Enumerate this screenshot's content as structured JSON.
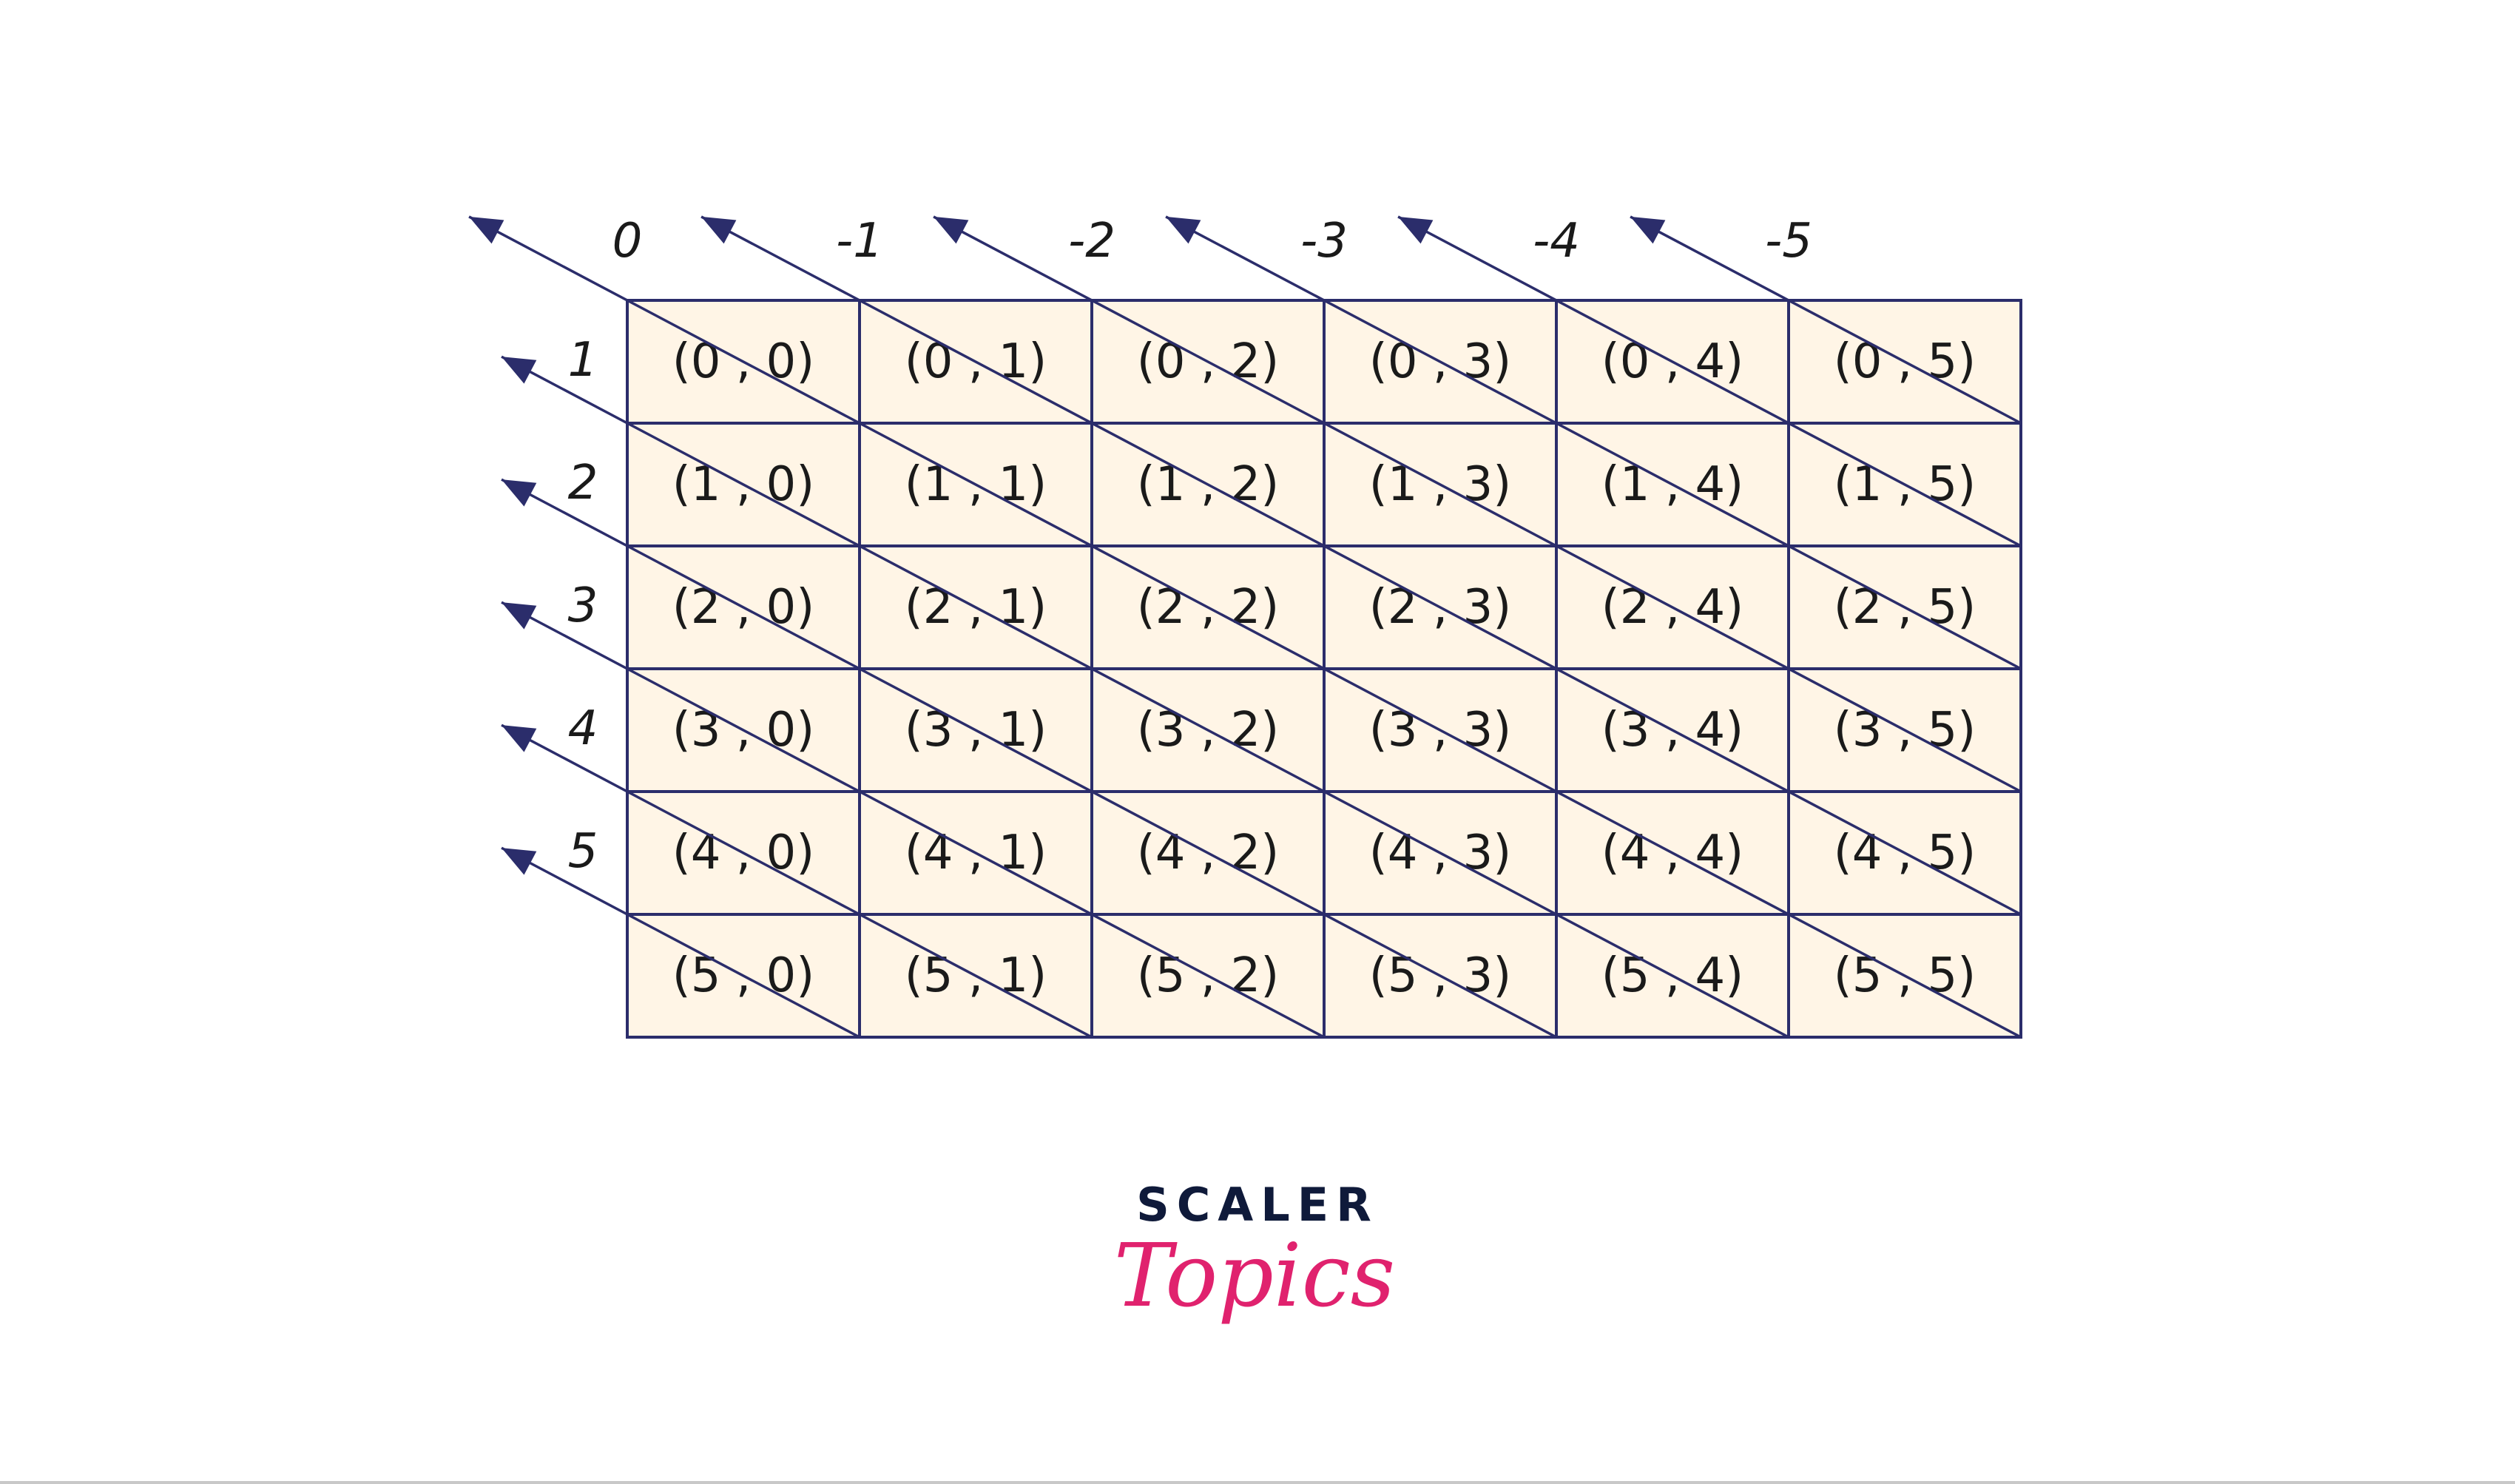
{
  "grid": {
    "rows": 6,
    "cols": 6,
    "cells": [
      [
        "(0 , 0)",
        "(0 , 1)",
        "(0 , 2)",
        "(0 , 3)",
        "(0 , 4)",
        "(0 , 5)"
      ],
      [
        "(1 , 0)",
        "(1 , 1)",
        "(1 , 2)",
        "(1 , 3)",
        "(1 , 4)",
        "(1 , 5)"
      ],
      [
        "(2 , 0)",
        "(2 , 1)",
        "(2 , 2)",
        "(2 , 3)",
        "(2 , 4)",
        "(2 , 5)"
      ],
      [
        "(3 , 0)",
        "(3 , 1)",
        "(3 , 2)",
        "(3 , 3)",
        "(3 , 4)",
        "(3 , 5)"
      ],
      [
        "(4 , 0)",
        "(4 , 1)",
        "(4 , 2)",
        "(4 , 3)",
        "(4 , 4)",
        "(4 , 5)"
      ],
      [
        "(5 , 0)",
        "(5 , 1)",
        "(5 , 2)",
        "(5 , 3)",
        "(5 , 4)",
        "(5 , 5)"
      ]
    ]
  },
  "top_diagonal_labels": [
    "0",
    "-1",
    "-2",
    "-3",
    "-4",
    "-5"
  ],
  "left_diagonal_labels": [
    "1",
    "2",
    "3",
    "4",
    "5"
  ],
  "colors": {
    "cell_fill": "#fff5e6",
    "line": "#2b2d6b",
    "text": "#1a1a1a",
    "logo_dark": "#0f1a3a",
    "logo_pink": "#e0226e"
  },
  "logo": {
    "line1": "SCALER",
    "line2": "Topics"
  }
}
